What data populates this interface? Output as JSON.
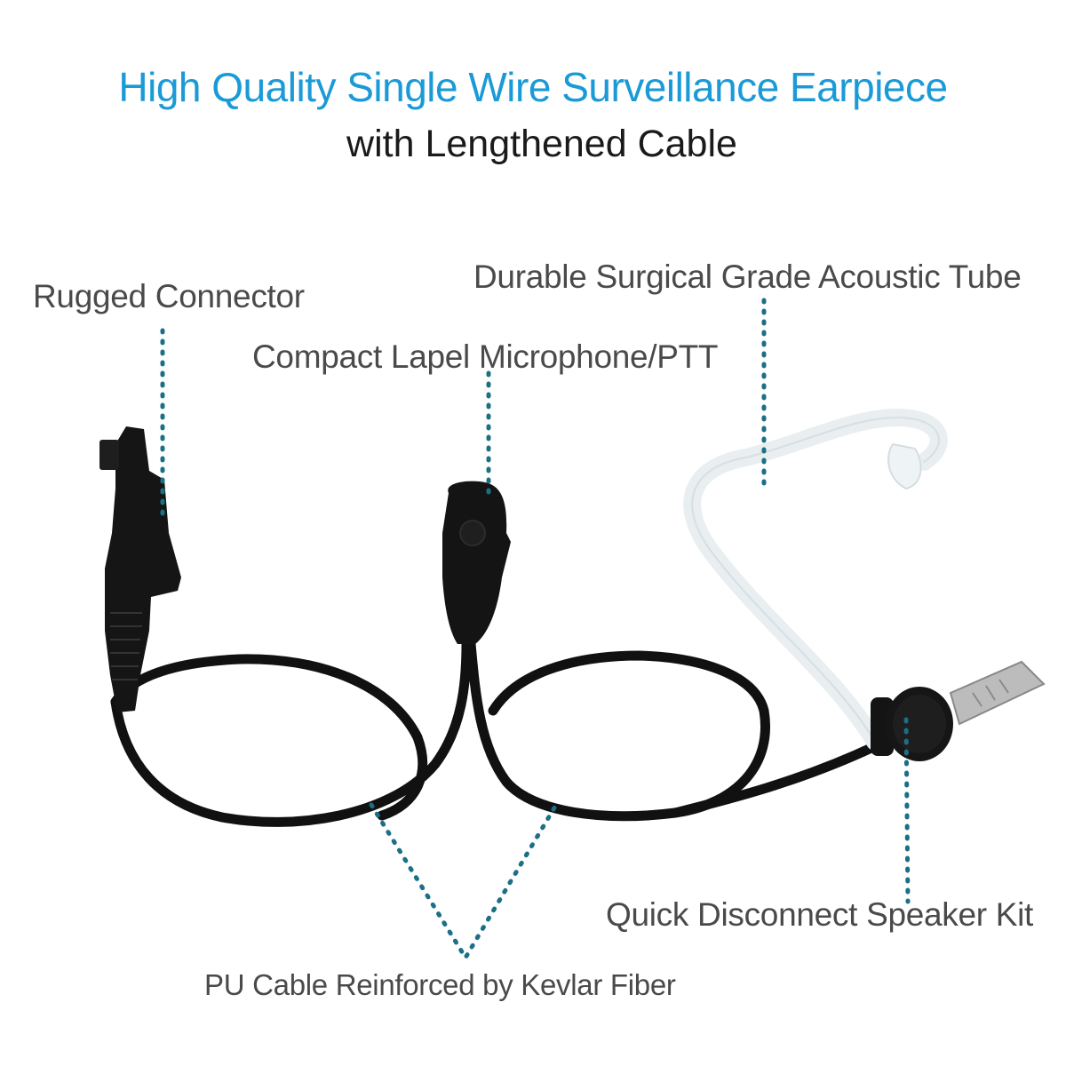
{
  "header": {
    "title": "High Quality Single Wire Surveillance Earpiece",
    "subtitle": "with Lengthened Cable"
  },
  "callouts": {
    "rugged_connector": "Rugged Connector",
    "acoustic_tube": "Durable Surgical Grade Acoustic Tube",
    "lapel_mic": "Compact Lapel Microphone/PTT",
    "speaker_kit": "Quick Disconnect Speaker Kit",
    "pu_cable": "PU Cable Reinforced by Kevlar Fiber"
  },
  "colors": {
    "title": "#1a9ad6",
    "subtitle": "#1a1a1a",
    "label": "#4a4a4a",
    "leader": "#1b6f86",
    "product": "#111111",
    "tube": "#e9eef0"
  },
  "icons": {
    "connector": "radio-connector-icon",
    "microphone": "lapel-microphone-icon",
    "tube": "acoustic-tube-icon",
    "clip": "alligator-clip-icon"
  }
}
